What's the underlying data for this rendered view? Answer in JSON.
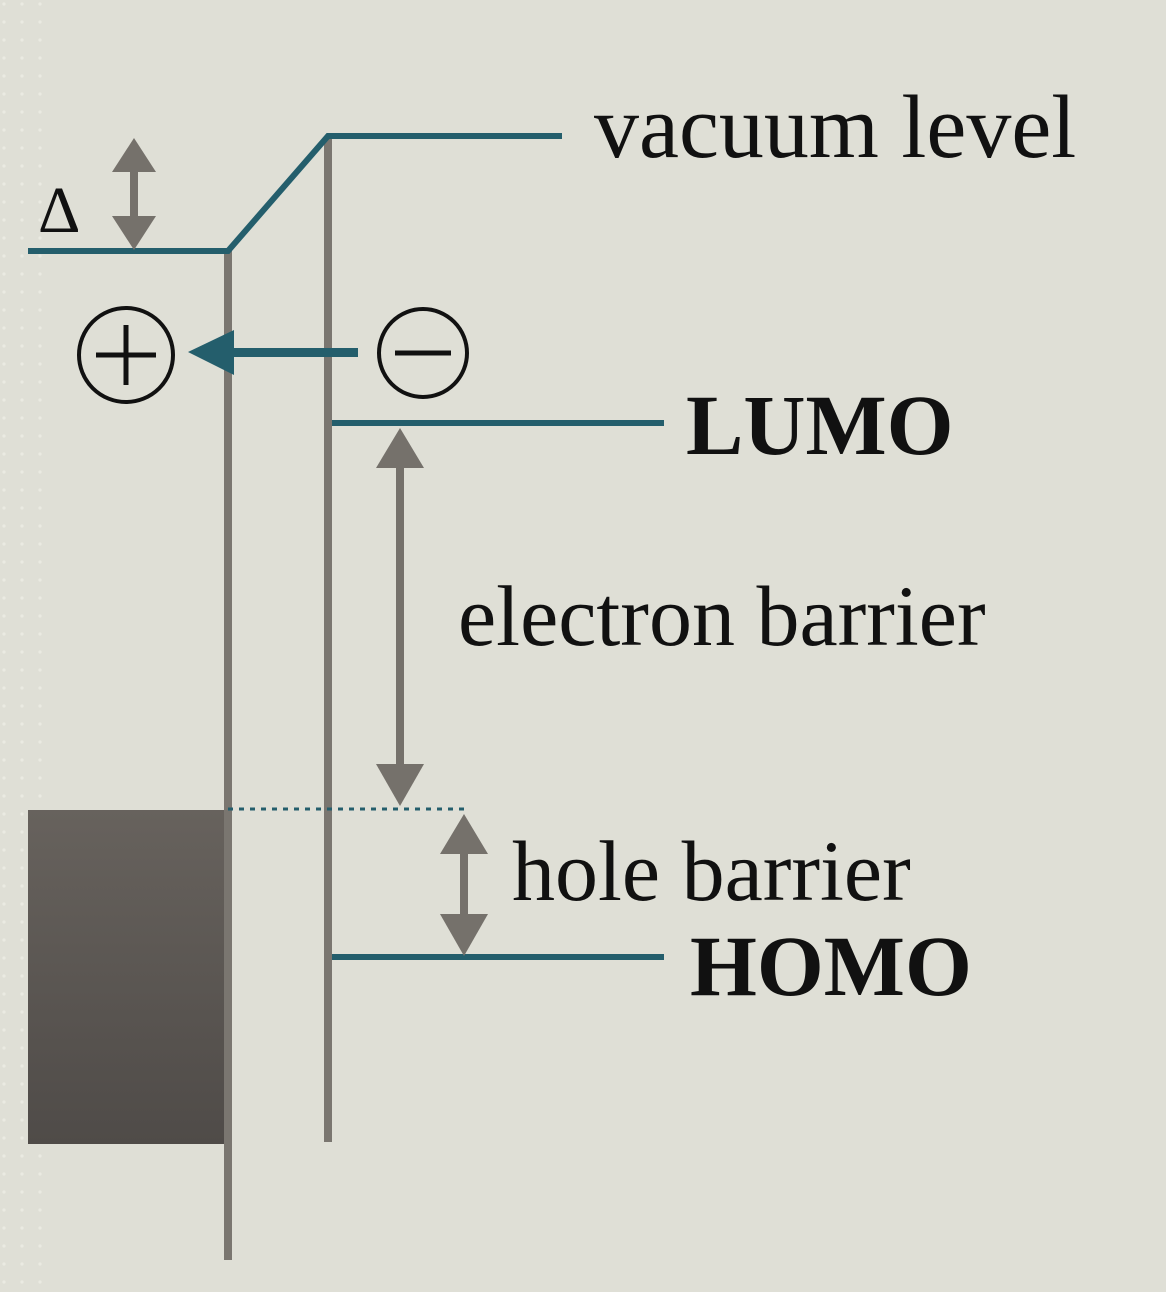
{
  "labels": {
    "vacuum_level": "vacuum level",
    "delta": "Δ",
    "lumo": "LUMO",
    "electron_barrier": "electron barrier",
    "hole_barrier": "hole barrier",
    "homo": "HOMO",
    "plus_symbol": "+",
    "minus_symbol": "−"
  },
  "colors": {
    "background": "#dfdfd6",
    "level_line": "#245e6c",
    "vertical_line": "#7a7670",
    "arrow_gray": "#75716b",
    "metal_block": "#5b5753",
    "text": "#111111"
  }
}
